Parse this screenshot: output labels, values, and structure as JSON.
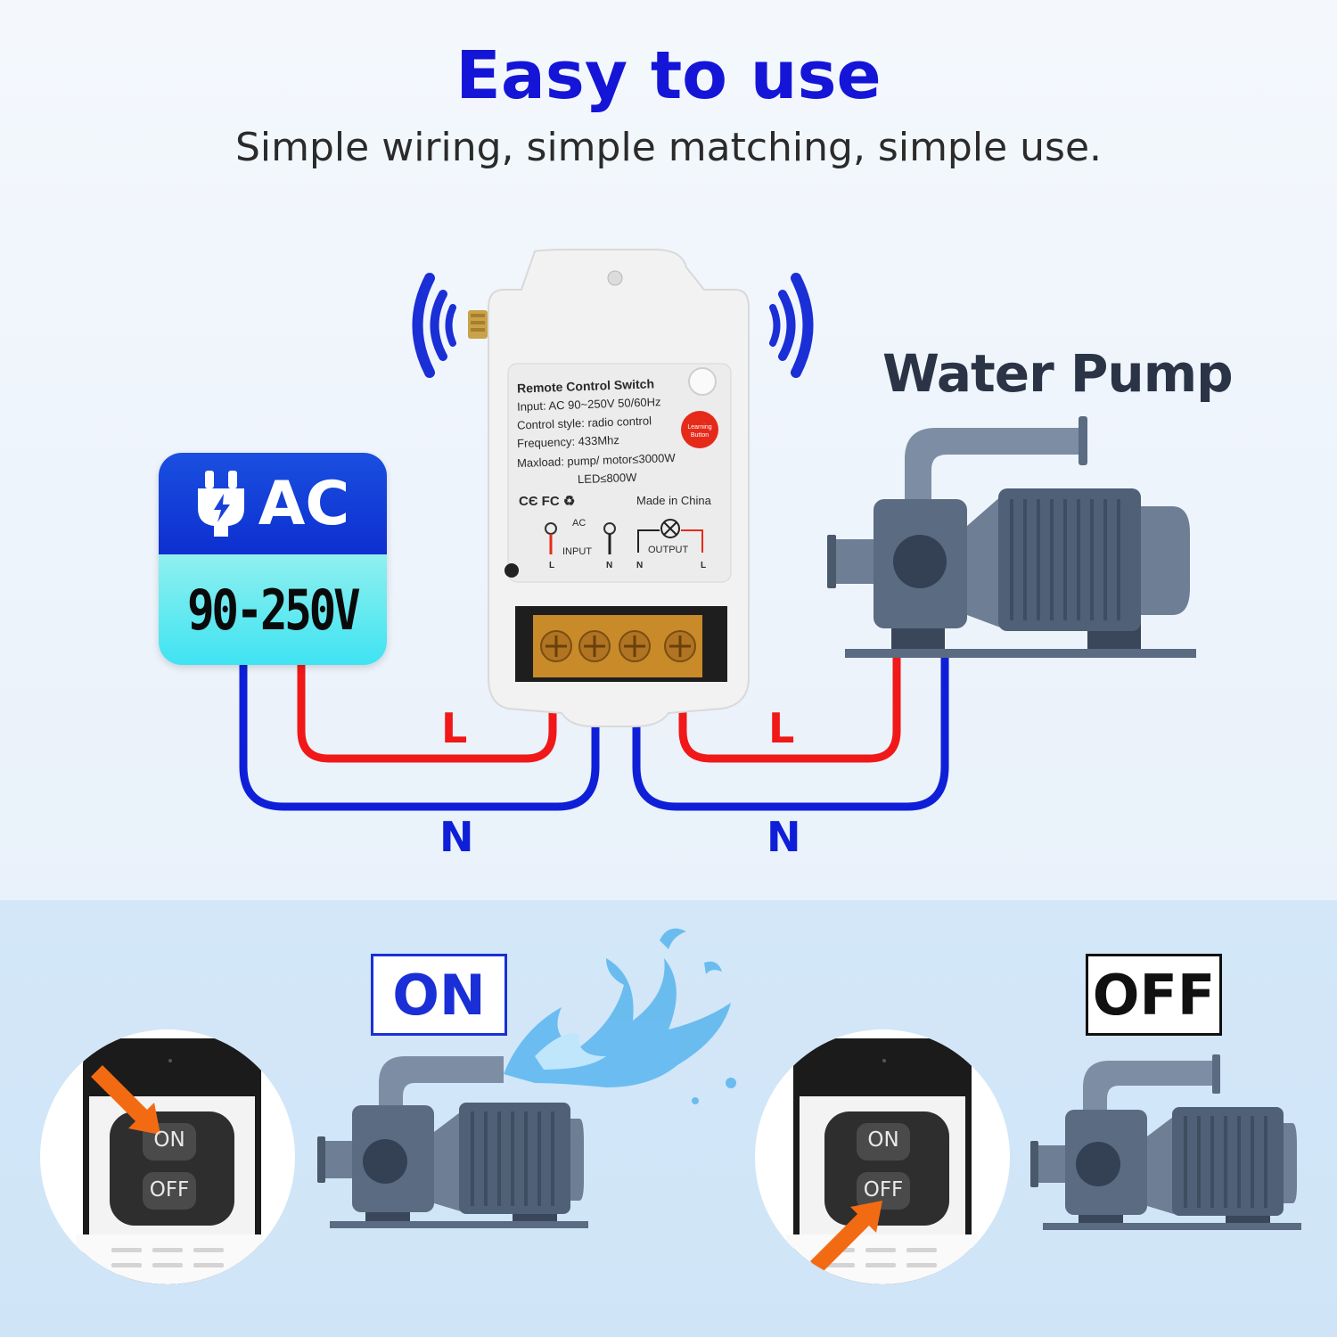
{
  "header": {
    "title": "Easy to use",
    "subtitle": "Simple wiring, simple matching, simple use."
  },
  "power": {
    "type_label": "AC",
    "voltage": "90-250V"
  },
  "device": {
    "label_title": "Remote Control Switch",
    "input_line": "Input: AC 90~250V 50/60Hz",
    "control_line": "Control style: radio control",
    "frequency_line": "Frequency: 433Mhz",
    "maxload_line": "Maxload: pump/ motor≤3000W",
    "led_line": "LED≤800W",
    "made_in": "Made in China",
    "learning_button": [
      "Learning",
      "Button"
    ],
    "ac_mark": "AC",
    "input_label": "INPUT",
    "output_label": "OUTPUT",
    "terminal_marks": [
      "L",
      "N",
      "N",
      "L"
    ]
  },
  "load": {
    "title": "Water Pump"
  },
  "wires": {
    "left_live": "L",
    "left_neutral": "N",
    "right_live": "L",
    "right_neutral": "N"
  },
  "states": {
    "on_label": "ON",
    "off_label": "OFF"
  },
  "remote": {
    "on_button": "ON",
    "off_button": "OFF"
  },
  "colors": {
    "headline": "#1515d8",
    "live_wire": "#f01818",
    "neutral_wire": "#0f1fd8",
    "pump_body": "#5a6b82",
    "arrow": "#f26b13"
  }
}
